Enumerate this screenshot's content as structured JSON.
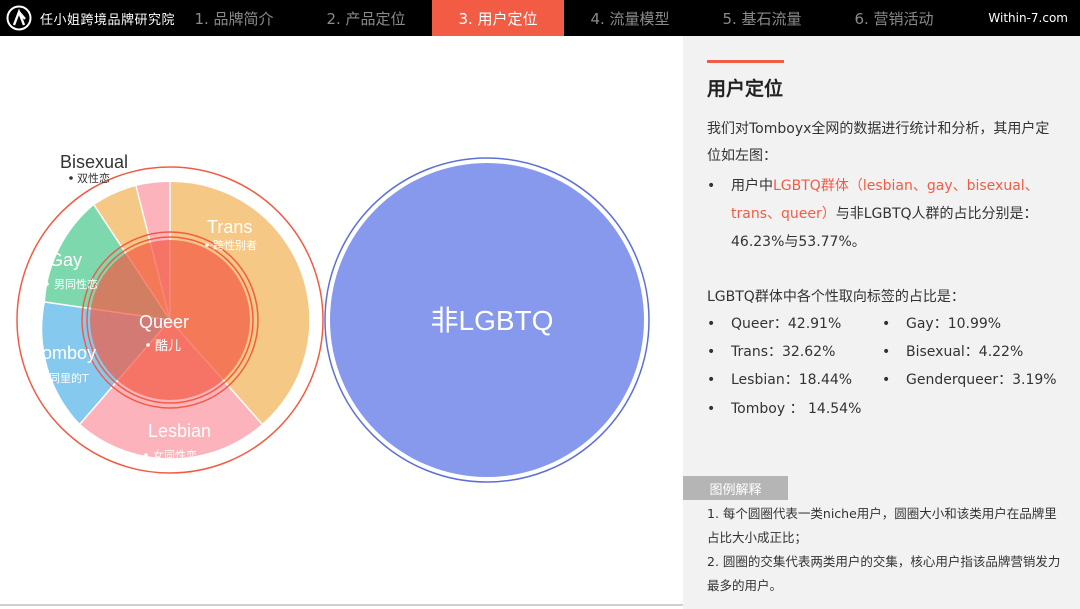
{
  "header": {
    "brand_name": "任小姐跨境品牌研究院",
    "site": "Within-7.com",
    "nav": [
      {
        "label": "1. 品牌简介"
      },
      {
        "label": "2. 产品定位"
      },
      {
        "label": "3. 用户定位"
      },
      {
        "label": "4. 流量模型"
      },
      {
        "label": "5. 基石流量"
      },
      {
        "label": "6. 营销活动"
      }
    ],
    "active_index": 2,
    "accent_color": "#f25c45"
  },
  "panel": {
    "title": "用户定位",
    "intro": "我们对Tomboyx全网的数据进行统计和分析，其用户定位如左图：",
    "bullet_prefix": "用户中",
    "bullet_highlight": "LGBTQ群体（lesbian、gay、bisexual、trans、queer）",
    "bullet_suffix": "与非LGBTQ人群的占比分别是：46.23%与53.77%。",
    "stats_title": "LGBTQ群体中各个性取向标签的占比是：",
    "stats": [
      {
        "label": "Queer：42.91%"
      },
      {
        "label": "Gay：10.99%"
      },
      {
        "label": "Trans：32.62%"
      },
      {
        "label": "Bisexual：4.22%"
      },
      {
        "label": "Lesbian：18.44%"
      },
      {
        "label": "Genderqueer：3.19%"
      },
      {
        "label": "Tomboy ： 14.54%"
      }
    ],
    "legend_tag": "图例解释",
    "notes": [
      "1. 每个圆圈代表一类niche用户，圆圈大小和该类用户在品牌里占比大小成正比；",
      "2. 圆圈的交集代表两类用户的交集，核心用户指该品牌营销发力最多的用户。"
    ]
  },
  "diagram": {
    "lgbtq_overlap": {
      "label": "Queer",
      "sub": "酷儿"
    },
    "non_lgbtq": {
      "label": "非LGBTQ",
      "color": "#8799ec"
    },
    "segments": [
      {
        "key": "trans",
        "label": "Trans",
        "sub": "跨性别者",
        "color": "#f6c886"
      },
      {
        "key": "lesbian",
        "label": "Lesbian",
        "sub": "女同性恋",
        "color": "#fcb3bb"
      },
      {
        "key": "tomboy",
        "label": "Tomboy",
        "sub": "女同里的T",
        "color": "#86c9ef"
      },
      {
        "key": "gay",
        "label": "Gay",
        "sub": "男同性恋",
        "color": "#7dd8ad"
      },
      {
        "key": "bisexual",
        "label": "Bisexual",
        "sub": "双性恋"
      },
      {
        "key": "queer_ring",
        "color": "#f25c45"
      }
    ]
  }
}
